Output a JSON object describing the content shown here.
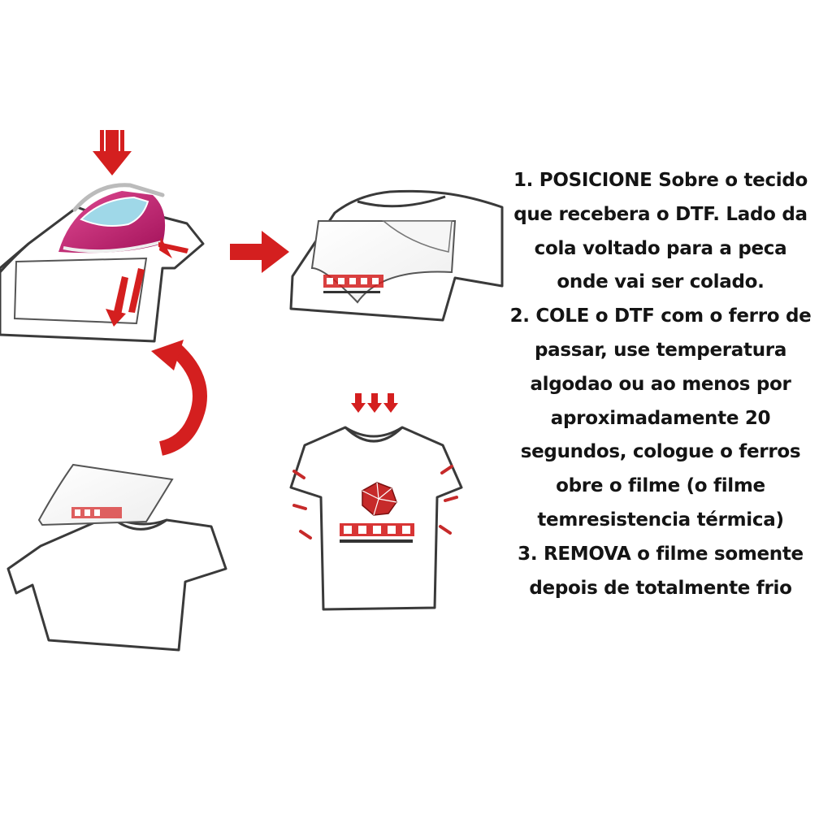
{
  "colors": {
    "arrow_red": "#d41f1f",
    "iron_magenta": "#c2186b",
    "iron_window": "#9fd8e8",
    "outline": "#3a3a3a",
    "text": "#141414"
  },
  "steps": {
    "step1": {
      "lines": [
        "1. POSICIONE Sobre o tecido",
        "que recebera o DTF. Lado da",
        "cola voltado para a peca",
        "onde vai ser colado."
      ]
    },
    "step2": {
      "lines": [
        "2. COLE o DTF com o ferro de",
        "passar, use temperatura",
        "algodao ou ao menos por",
        "aproximadamente 20",
        "segundos, cologue o ferros",
        "obre o filme (o filme",
        "temresistencia térmica)"
      ]
    },
    "step3": {
      "lines": [
        "3. REMOVA o filme somente",
        "depois de totalmente frio"
      ]
    }
  },
  "icons": {
    "down_arrow": "down-arrow-icon",
    "right_arrow": "right-arrow-icon",
    "curved_arrow": "curved-arrow-icon",
    "iron": "iron-icon",
    "logo": "logo-icon"
  }
}
